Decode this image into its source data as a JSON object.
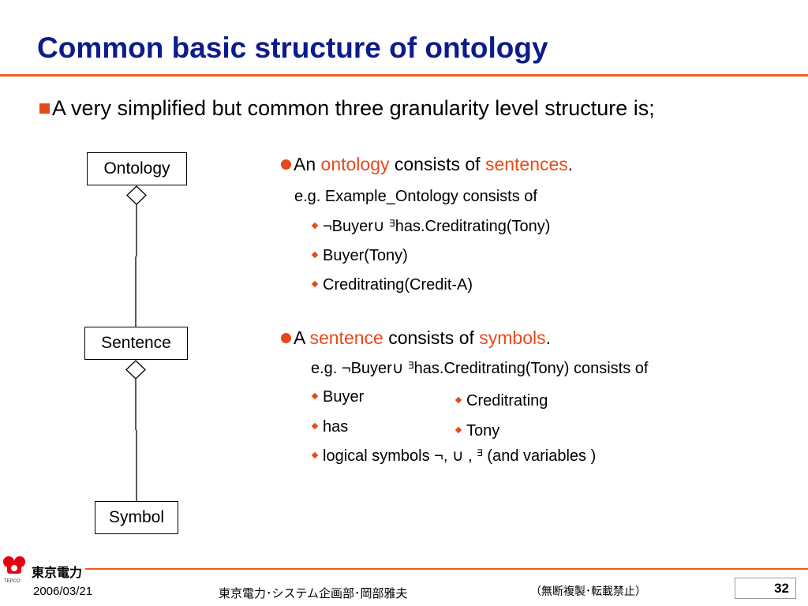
{
  "title": "Common basic structure of ontology",
  "main_bullet": "A very simplified but common three granularity level structure is;",
  "diagram": {
    "top": "Ontology",
    "middle": "Sentence",
    "bottom": "Symbol"
  },
  "section1": {
    "a": "An ",
    "b": "ontology",
    "c": " consists of ",
    "d": "sentences",
    "e": ".",
    "example": "e.g.  Example_Ontology consists of",
    "items": [
      {
        "pre": "¬Buyer∪ ",
        "sym": "∃",
        "post": "has.Creditrating(Tony)"
      },
      {
        "text": "Buyer(Tony)"
      },
      {
        "text": "Creditrating(Credit-A)"
      }
    ]
  },
  "section2": {
    "a": "A ",
    "b": "sentence",
    "c": " consists of ",
    "d": "symbols",
    "e": ".",
    "example_a": "e.g. ¬Buyer∪ ",
    "example_sym": "∃",
    "example_b": "has.Creditrating(Tony) consists of",
    "left_items": [
      "Buyer",
      "has"
    ],
    "right_items": [
      "Creditrating",
      "Tony"
    ],
    "last_pre": "logical symbols  ¬, ∪ , ",
    "last_sym": "∃",
    "last_post": " (and variables )"
  },
  "footer": {
    "logo_text": "東京電力",
    "logo_sub": "TEPCO",
    "date": "2006/03/21",
    "org": "東京電力･システム企画部･岡部雅夫",
    "notice": "（無断複製･転載禁止）",
    "page": "32"
  },
  "colors": {
    "title": "#0d1b8c",
    "accent": "#e8491a",
    "rule": "#f05a1e",
    "logo_red": "#e60012"
  }
}
